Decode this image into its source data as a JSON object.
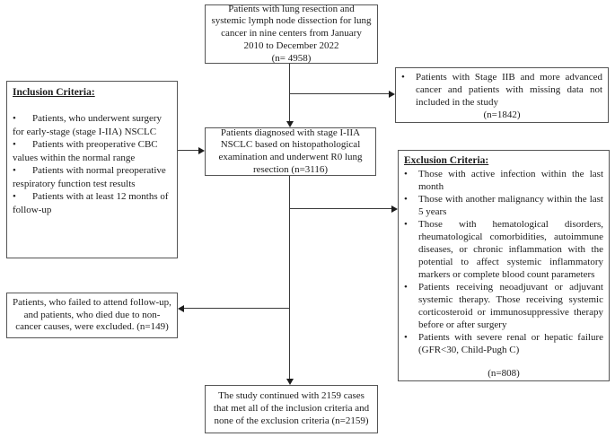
{
  "flowchart": {
    "bullet_char": "•",
    "colors": {
      "box_border": "#555555",
      "text": "#1c1c1c",
      "line": "#3a3a3a",
      "background": "#ffffff"
    },
    "top_box": {
      "text": "Patients with lung resection and systemic lymph node dissection for lung cancer in nine centers from January 2010 to December 2022",
      "n": "(n= 4958)"
    },
    "inclusion_box": {
      "title": "Inclusion Criteria:",
      "bullets": [
        "Patients, who underwent surgery for early-stage (stage I-IIA) NSCLC",
        "Patients with preoperative CBC values within the normal range",
        "Patients with normal preoperative respiratory function test results",
        "Patients with at least 12 months of follow-up"
      ]
    },
    "advanced_stage_box": {
      "bullet": "Patients with Stage IIB and more advanced cancer and patients with missing data not included in the study",
      "n": "(n=1842)"
    },
    "diagnosed_box": {
      "text": "Patients diagnosed with stage I-IIA NSCLC based on histopathological examination and underwent R0 lung resection (n=3116)"
    },
    "exclusion_box": {
      "title": "Exclusion Criteria:",
      "bullets": [
        "Those with active infection within the last month",
        "Those with another malignancy within the last 5 years",
        "Those with hematological disorders, rheumatological comorbidities, autoimmune diseases, or chronic inflammation with the potential to affect systemic inflammatory markers or complete blood count parameters",
        "Patients receiving neoadjuvant or adjuvant systemic therapy. Those receiving systemic corticosteroid or immunosuppressive therapy before or after surgery",
        "Patients with severe renal or hepatic failure (GFR<30, Child-Pugh C)"
      ],
      "n": "(n=808)"
    },
    "followup_box": {
      "text": "Patients, who failed to attend follow-up, and patients, who died due to non-cancer causes, were excluded. (n=149)"
    },
    "final_box": {
      "text": "The study continued with 2159 cases that met all of the inclusion criteria and none of the exclusion criteria (n=2159)"
    }
  }
}
